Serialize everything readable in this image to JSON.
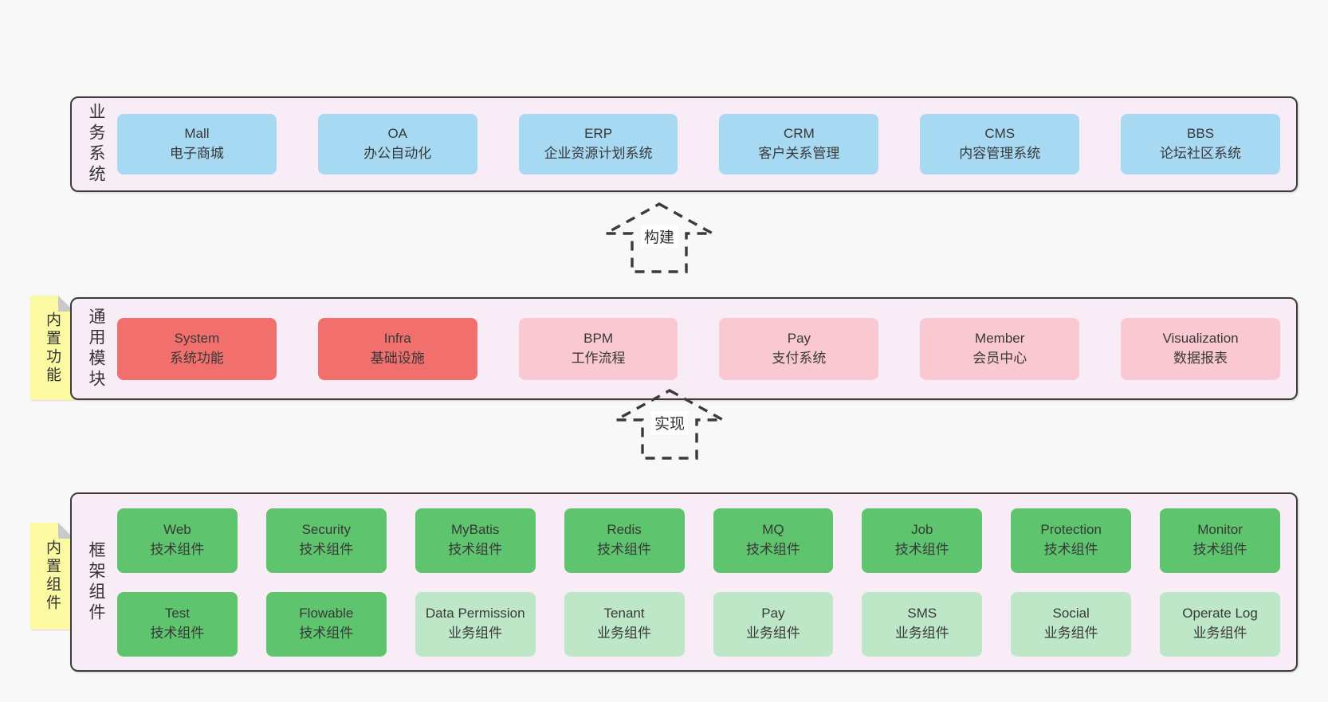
{
  "colors": {
    "page_background": "#f8f8f8",
    "container_fill": "#f8edf6",
    "container_border": "#3c3c3c",
    "box_blue": "#a7d9f3",
    "box_red": "#f1706e",
    "box_pink": "#f9c8d0",
    "box_green": "#5fc46e",
    "box_green_light": "#bee7c8",
    "sticky_yellow": "#fbf9a2",
    "sticky_fold_gray": "#c9c9c9",
    "text": "#333333"
  },
  "arrows": [
    {
      "label": "构建"
    },
    {
      "label": "实现"
    }
  ],
  "sections": [
    {
      "label": "业务系统",
      "rows": [
        [
          {
            "title": "Mall",
            "subtitle": "电子商城"
          },
          {
            "title": "OA",
            "subtitle": "办公自动化"
          },
          {
            "title": "ERP",
            "subtitle": "企业资源计划系统"
          },
          {
            "title": "CRM",
            "subtitle": "客户关系管理"
          },
          {
            "title": "CMS",
            "subtitle": "内容管理系统"
          },
          {
            "title": "BBS",
            "subtitle": "论坛社区系统"
          }
        ]
      ]
    },
    {
      "sticky": "内置功能",
      "label": "通用模块",
      "rows": [
        [
          {
            "title": "System",
            "subtitle": "系统功能"
          },
          {
            "title": "Infra",
            "subtitle": "基础设施"
          },
          {
            "title": "BPM",
            "subtitle": "工作流程"
          },
          {
            "title": "Pay",
            "subtitle": "支付系统"
          },
          {
            "title": "Member",
            "subtitle": "会员中心"
          },
          {
            "title": "Visualization",
            "subtitle": "数据报表"
          }
        ]
      ]
    },
    {
      "sticky": "内置组件",
      "label": "框架组件",
      "rows": [
        [
          {
            "title": "Web",
            "subtitle": "技术组件"
          },
          {
            "title": "Security",
            "subtitle": "技术组件"
          },
          {
            "title": "MyBatis",
            "subtitle": "技术组件"
          },
          {
            "title": "Redis",
            "subtitle": "技术组件"
          },
          {
            "title": "MQ",
            "subtitle": "技术组件"
          },
          {
            "title": "Job",
            "subtitle": "技术组件"
          },
          {
            "title": "Protection",
            "subtitle": "技术组件"
          },
          {
            "title": "Monitor",
            "subtitle": "技术组件"
          }
        ],
        [
          {
            "title": "Test",
            "subtitle": "技术组件"
          },
          {
            "title": "Flowable",
            "subtitle": "技术组件"
          },
          {
            "title": "Data Permission",
            "subtitle": "业务组件"
          },
          {
            "title": "Tenant",
            "subtitle": "业务组件"
          },
          {
            "title": "Pay",
            "subtitle": "业务组件"
          },
          {
            "title": "SMS",
            "subtitle": "业务组件"
          },
          {
            "title": "Social",
            "subtitle": "业务组件"
          },
          {
            "title": "Operate Log",
            "subtitle": "业务组件"
          }
        ]
      ]
    }
  ]
}
